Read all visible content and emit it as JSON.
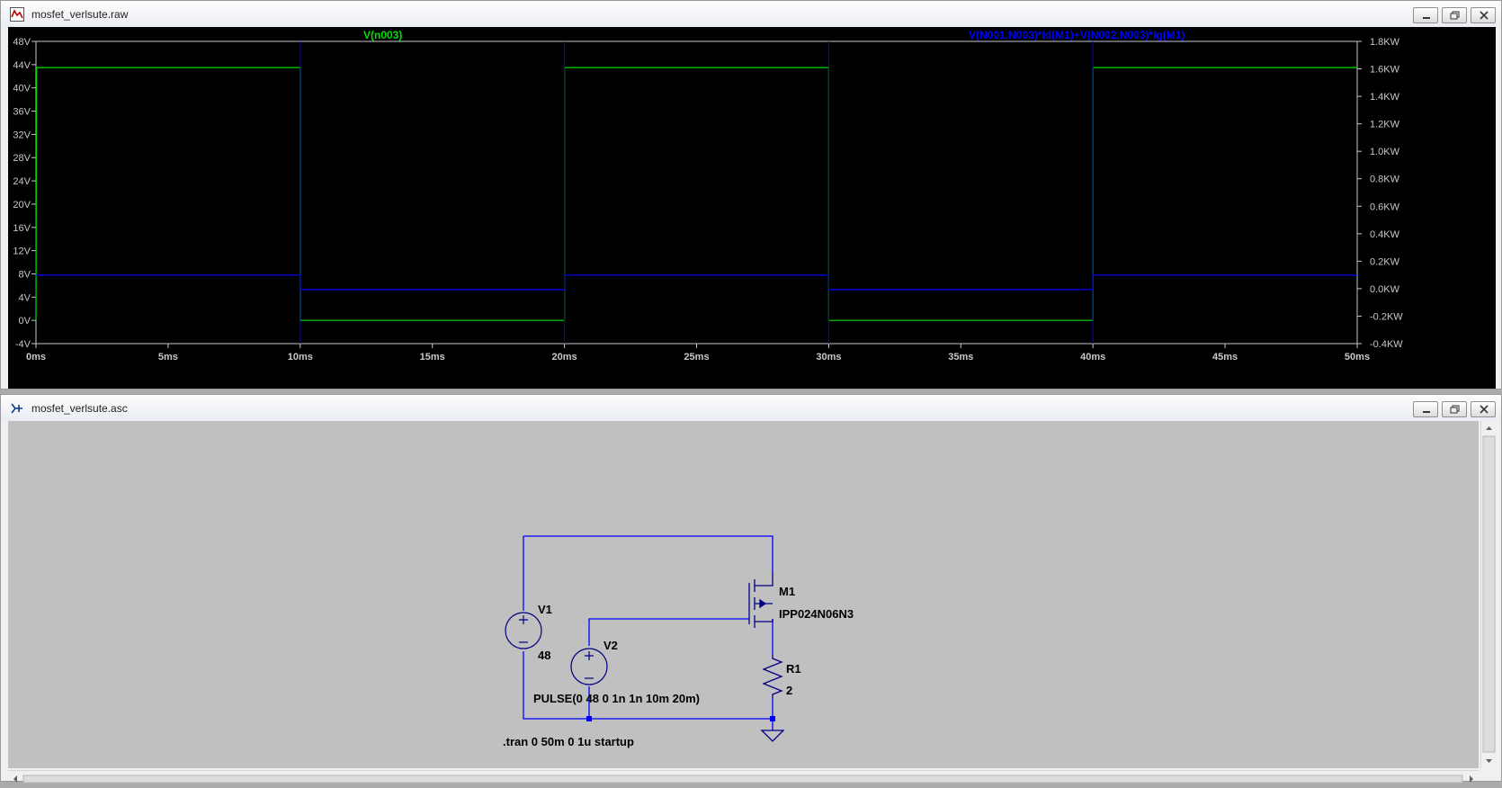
{
  "waveform_window": {
    "title": "mosfet_verlsute.raw",
    "trace1_label": "V(n003)",
    "trace2_label": "V(N001,N003)*Id(M1)+V(N002,N003)*Ig(M1)",
    "colors": {
      "trace1": "#00e000",
      "trace2": "#0000ff",
      "background": "#000000",
      "axis": "#c8c8c8"
    }
  },
  "chart_data": {
    "type": "line",
    "xlabel": "",
    "x_ticks": [
      "0ms",
      "5ms",
      "10ms",
      "15ms",
      "20ms",
      "25ms",
      "30ms",
      "35ms",
      "40ms",
      "45ms",
      "50ms"
    ],
    "y_left_ticks": [
      "48V",
      "44V",
      "40V",
      "36V",
      "32V",
      "28V",
      "24V",
      "20V",
      "16V",
      "12V",
      "8V",
      "4V",
      "0V",
      "-4V"
    ],
    "y_right_ticks": [
      "1.8KW",
      "1.6KW",
      "1.4KW",
      "1.2KW",
      "1.0KW",
      "0.8KW",
      "0.6KW",
      "0.4KW",
      "0.2KW",
      "0.0KW",
      "-0.2KW",
      "-0.4KW"
    ],
    "xlim": [
      0,
      50
    ],
    "ylim_left": [
      -4,
      48
    ],
    "ylim_right": [
      -0.4,
      1.8
    ],
    "series": [
      {
        "name": "V(n003)",
        "axis": "left",
        "x": [
          0,
          0.02,
          10,
          10,
          20,
          20,
          30,
          30,
          40,
          40,
          50
        ],
        "y": [
          0,
          43.5,
          43.5,
          0,
          0,
          43.5,
          43.5,
          0,
          0,
          43.5,
          43.5
        ]
      },
      {
        "name": "V(N001,N003)*Id(M1)+V(N002,N003)*Ig(M1)",
        "axis": "left",
        "x": [
          0,
          0.02,
          10,
          10,
          20,
          20,
          30,
          30,
          40,
          40,
          50
        ],
        "y": [
          7.8,
          7.8,
          7.8,
          5.3,
          5.3,
          7.8,
          7.8,
          5.3,
          5.3,
          7.8,
          7.8
        ]
      }
    ]
  },
  "schematic_window": {
    "title": "mosfet_verlsute.asc",
    "components": {
      "v1_name": "V1",
      "v1_value": "48",
      "v2_name": "V2",
      "v2_value": "PULSE(0 48 0 1n 1n 10m 20m)",
      "m1_name": "M1",
      "m1_model": "IPP024N06N3",
      "r1_name": "R1",
      "r1_value": "2"
    },
    "directive": ".tran 0 50m 0 1u startup",
    "colors": {
      "wire": "#0000ff",
      "component": "#000080",
      "background": "#c0c0c0"
    }
  },
  "window_buttons": {
    "minimize": "minimize",
    "restore": "restore",
    "close": "close"
  }
}
